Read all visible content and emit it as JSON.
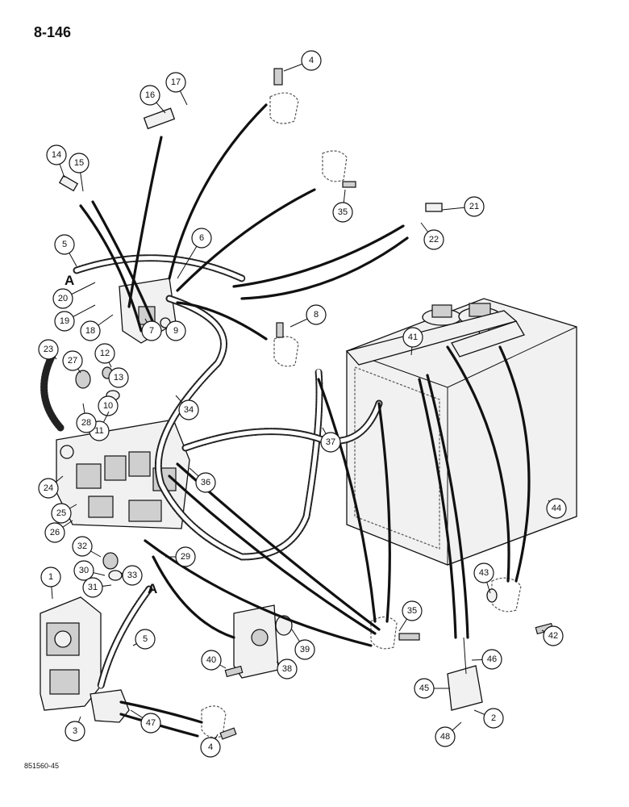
{
  "page": {
    "title": "8-146",
    "figure_code": "851560-45"
  },
  "ref_letters": [
    "A",
    "A"
  ],
  "callouts": [
    "4",
    "17",
    "16",
    "14",
    "15",
    "35",
    "21",
    "22",
    "6",
    "5",
    "20",
    "19",
    "18",
    "7",
    "9",
    "8",
    "23",
    "12",
    "27",
    "13",
    "10",
    "11",
    "28",
    "41",
    "34",
    "37",
    "24",
    "25",
    "26",
    "36",
    "44",
    "32",
    "29",
    "30",
    "33",
    "31",
    "1",
    "5",
    "43",
    "35",
    "42",
    "40",
    "39",
    "38",
    "46",
    "45",
    "2",
    "47",
    "3",
    "4",
    "48"
  ]
}
